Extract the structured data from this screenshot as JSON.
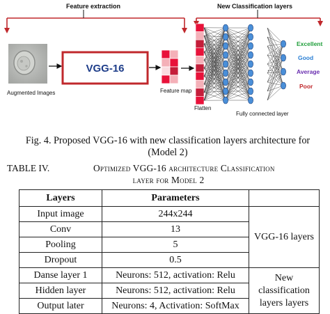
{
  "figure": {
    "feature_extraction_label": "Feature extraction",
    "new_layers_label": "New Classification layers",
    "model_box_label": "VGG-16",
    "augmented_images_label": "Augmented Images",
    "feature_map_label": "Feature map",
    "flatten_label": "Flatten",
    "fully_connected_label": "Fully connected layer",
    "ellipsis": "...",
    "classes": [
      {
        "label": "Excellent",
        "color": "#1f9e3a"
      },
      {
        "label": "Good",
        "color": "#2a7fd4"
      },
      {
        "label": "Average",
        "color": "#6a2fb0"
      },
      {
        "label": "Poor",
        "color": "#c0282c"
      }
    ],
    "colors": {
      "accent_red": "#c0282c",
      "network": "#1a1a1a",
      "node_blue": "#4a8fd8",
      "feature_pink": "#f4b0b8"
    }
  },
  "caption": {
    "line1": "Fig. 4. Proposed VGG-16 with new classification layers architecture for",
    "line2": "(Model 2)"
  },
  "table_title": {
    "number": "TABLE IV.",
    "line1": "Optimized VGG-16 architecture Classification",
    "line2": "layer for Model 2"
  },
  "table": {
    "headers": [
      "Layers",
      "Parameters"
    ],
    "rows": [
      {
        "layer": "Input image",
        "params": "244x244"
      },
      {
        "layer": "Conv",
        "params": "13"
      },
      {
        "layer": "Pooling",
        "params": "5"
      },
      {
        "layer": "Dropout",
        "params": "0.5"
      },
      {
        "layer": "Danse layer 1",
        "params": "Neurons: 512, activation: Relu"
      },
      {
        "layer": "Hidden layer",
        "params": "Neurons: 512, activation: Relu"
      },
      {
        "layer": "Output later",
        "params": "Neurons: 4, Activation: SoftMax"
      }
    ],
    "group1": "VGG-16 layers",
    "group2": [
      "New",
      "classification",
      "layers layers"
    ]
  }
}
